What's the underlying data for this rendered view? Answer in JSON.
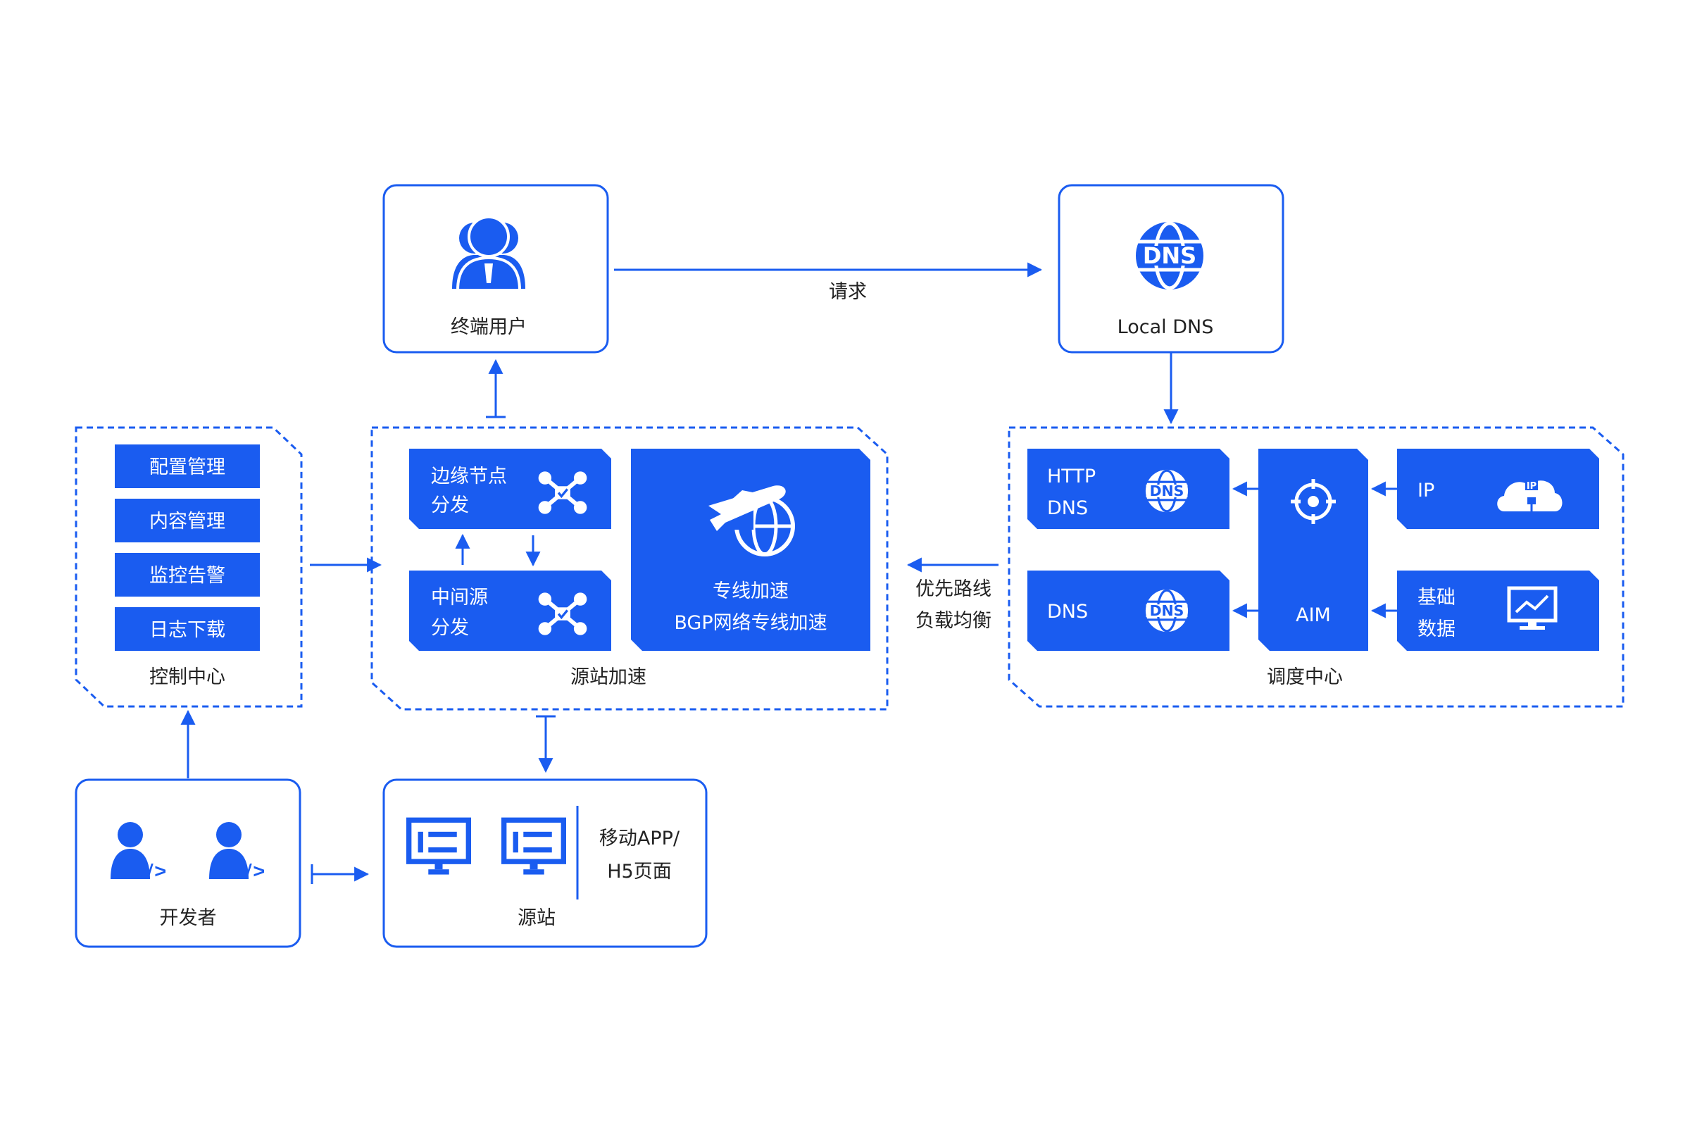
{
  "colors": {
    "accent": "#1a5cf0",
    "text": "#222222",
    "white": "#ffffff"
  },
  "end_user": {
    "label": "终端用户",
    "icon": "users-icon"
  },
  "local_dns": {
    "label": "Local DNS",
    "icon": "dns-globe-icon"
  },
  "request_label": "请求",
  "control_center": {
    "title": "控制中心",
    "items": [
      "配置管理",
      "内容管理",
      "监控告警",
      "日志下载"
    ]
  },
  "origin_accel": {
    "title": "源站加速",
    "edge_node": {
      "line1": "边缘节点",
      "line2": "分发",
      "icon": "network-node-icon"
    },
    "mid_origin": {
      "line1": "中间源",
      "line2": "分发",
      "icon": "network-node-icon"
    },
    "dedicated": {
      "line1": "专线加速",
      "line2": "BGP网络专线加速",
      "icon": "plane-globe-icon"
    }
  },
  "route_label": {
    "line1": "优先路线",
    "line2": "负载均衡"
  },
  "scheduling_center": {
    "title": "调度中心",
    "http_dns": {
      "line1": "HTTP",
      "line2": "DNS",
      "icon": "dns-globe-icon"
    },
    "dns": {
      "label": "DNS",
      "icon": "dns-globe-icon"
    },
    "aim": {
      "label": "AIM",
      "icon": "target-icon"
    },
    "ip": {
      "label": "IP",
      "icon": "ip-cloud-icon"
    },
    "base_data": {
      "line1": "基础",
      "line2": "数据",
      "icon": "monitor-chart-icon"
    }
  },
  "developer": {
    "label": "开发者",
    "icon": "developer-icon"
  },
  "origin": {
    "label": "源站",
    "side_line1": "移动APP/",
    "side_line2": "H5页面",
    "icon": "monitor-icon"
  }
}
